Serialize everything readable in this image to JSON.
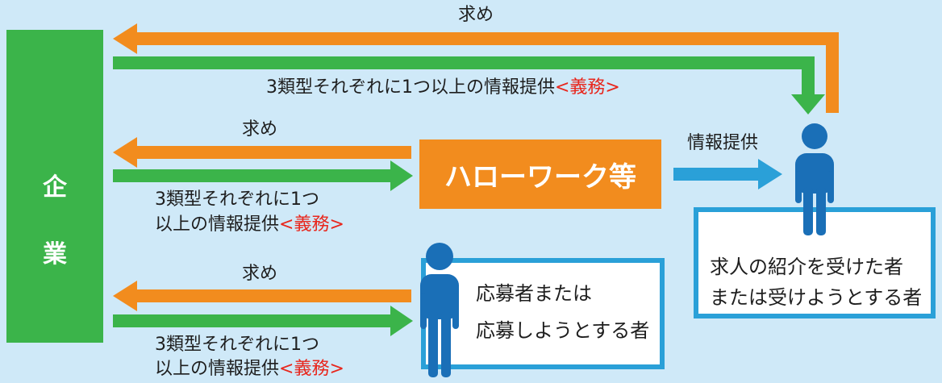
{
  "company": {
    "char1": "企",
    "char2": "業"
  },
  "hello_work": {
    "label": "ハローワーク等"
  },
  "top_flow": {
    "request_label": "求め",
    "provide_label": "3類型それぞれに1つ以上の情報提供",
    "duty_label": "<義務>"
  },
  "mid_flow": {
    "request_label": "求め",
    "provide_line1": "3類型それぞれに1つ",
    "provide_line2": "以上の情報提供",
    "duty_label": "<義務>",
    "info_label": "情報提供"
  },
  "bottom_flow": {
    "request_label": "求め",
    "provide_line1": "3類型それぞれに1つ",
    "provide_line2": "以上の情報提供",
    "duty_label": "<義務>"
  },
  "referred_box": {
    "line1": "求人の紹介を受けた者",
    "line2": "または受けようとする者"
  },
  "applicant_box": {
    "line1": "応募者または",
    "line2": "応募しようとする者"
  },
  "colors": {
    "background": "#cfe9f8",
    "company_green": "#3bb44a",
    "request_orange": "#f28c1e",
    "provide_green": "#3bb44a",
    "info_blue": "#2aa0d8",
    "person_blue": "#1a6fb7",
    "duty_red": "#e8261c"
  }
}
